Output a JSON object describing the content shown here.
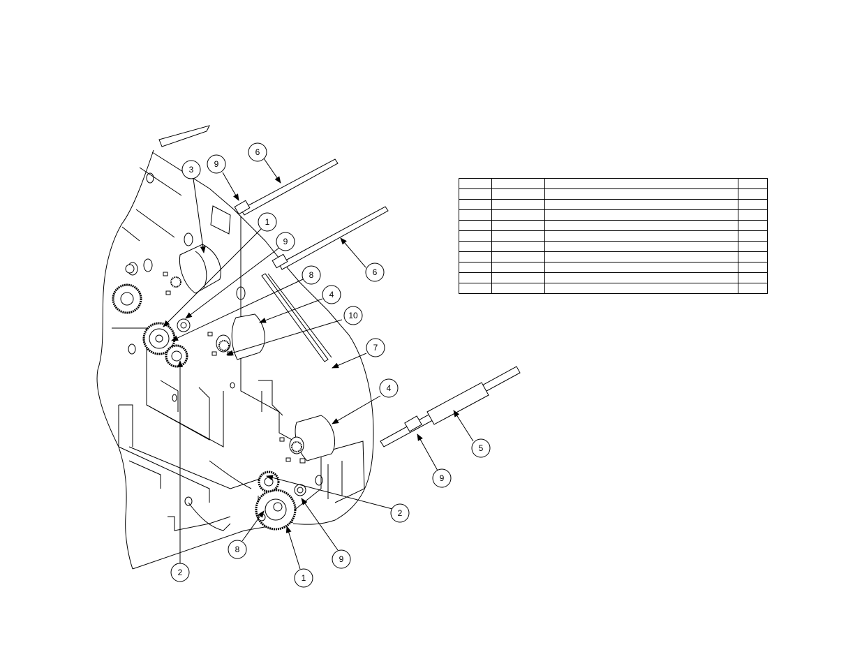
{
  "drawing": {
    "stroke_color": "#000000",
    "background": "#ffffff",
    "balloons": [
      {
        "id": "b-6-top",
        "label": "6"
      },
      {
        "id": "b-9-top",
        "label": "9"
      },
      {
        "id": "b-3",
        "label": "3"
      },
      {
        "id": "b-1-top",
        "label": "1"
      },
      {
        "id": "b-9-mid",
        "label": "9"
      },
      {
        "id": "b-6-mid",
        "label": "6"
      },
      {
        "id": "b-8-top",
        "label": "8"
      },
      {
        "id": "b-4-top",
        "label": "4"
      },
      {
        "id": "b-10",
        "label": "10"
      },
      {
        "id": "b-7",
        "label": "7"
      },
      {
        "id": "b-4-mid",
        "label": "4"
      },
      {
        "id": "b-5",
        "label": "5"
      },
      {
        "id": "b-9-right",
        "label": "9"
      },
      {
        "id": "b-2-right",
        "label": "2"
      },
      {
        "id": "b-9-bottom",
        "label": "9"
      },
      {
        "id": "b-8-bottom",
        "label": "8"
      },
      {
        "id": "b-1-bottom",
        "label": "1"
      },
      {
        "id": "b-2-left",
        "label": "2"
      }
    ]
  },
  "bom_table": {
    "rows": [
      [
        "",
        "",
        "",
        ""
      ],
      [
        "",
        "",
        "",
        ""
      ],
      [
        "",
        "",
        "",
        ""
      ],
      [
        "",
        "",
        "",
        ""
      ],
      [
        "",
        "",
        "",
        ""
      ],
      [
        "",
        "",
        "",
        ""
      ],
      [
        "",
        "",
        "",
        ""
      ],
      [
        "",
        "",
        "",
        ""
      ],
      [
        "",
        "",
        "",
        ""
      ],
      [
        "",
        "",
        "",
        ""
      ],
      [
        "",
        "",
        "",
        ""
      ]
    ]
  }
}
